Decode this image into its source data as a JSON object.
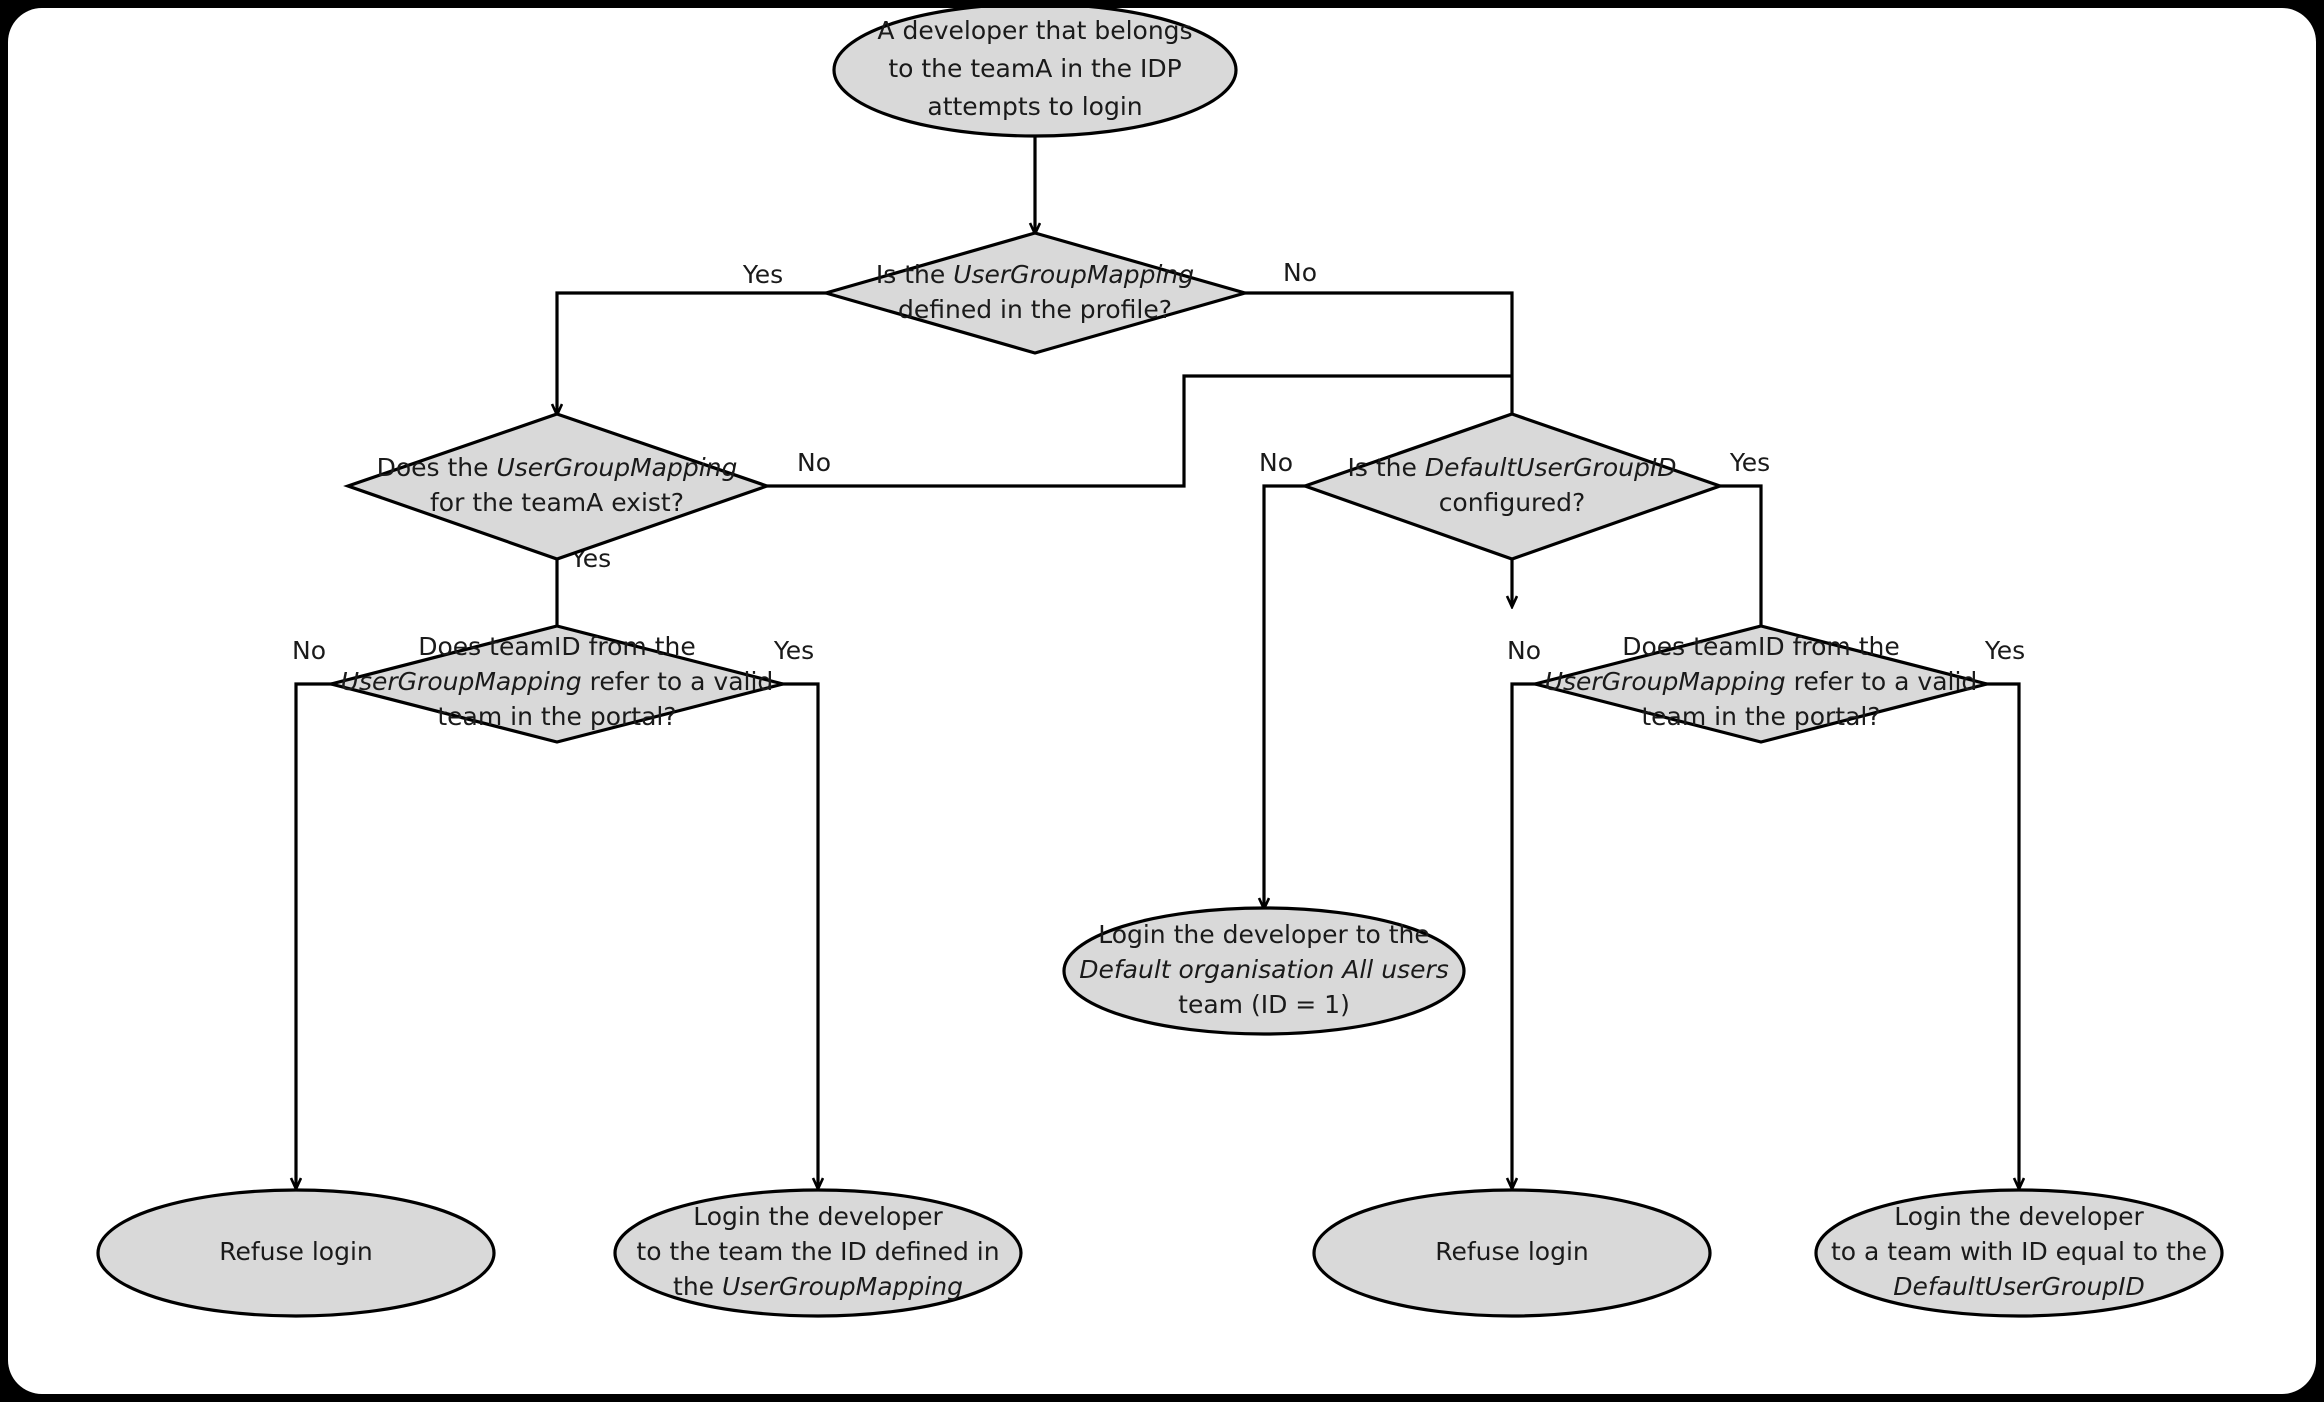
{
  "diagram": {
    "type": "flowchart",
    "title": "Developer login team assignment decision flow",
    "background_color": "#ffffff",
    "frame_color": "#000000",
    "node_fill": "#d9d9d9",
    "node_stroke": "#000000",
    "text_color": "#1a1a1a",
    "nodes": [
      {
        "id": "start",
        "shape": "ellipse",
        "lines": [
          [
            {
              "t": "A developer that belongs",
              "i": false
            }
          ],
          [
            {
              "t": "to the teamA in the IDP",
              "i": false
            }
          ],
          [
            {
              "t": "attempts to login",
              "i": false
            }
          ]
        ]
      },
      {
        "id": "d1",
        "shape": "diamond",
        "lines": [
          [
            {
              "t": "Is the ",
              "i": false
            },
            {
              "t": "UserGroupMapping",
              "i": true
            }
          ],
          [
            {
              "t": "defined in the profile?",
              "i": false
            }
          ]
        ]
      },
      {
        "id": "d2",
        "shape": "diamond",
        "lines": [
          [
            {
              "t": "Does the ",
              "i": false
            },
            {
              "t": "UserGroupMapping",
              "i": true
            }
          ],
          [
            {
              "t": "for the teamA exist?",
              "i": false
            }
          ]
        ]
      },
      {
        "id": "d3",
        "shape": "diamond",
        "lines": [
          [
            {
              "t": "Is the ",
              "i": false
            },
            {
              "t": "DefaultUserGroupID",
              "i": true
            }
          ],
          [
            {
              "t": "configured?",
              "i": false
            }
          ]
        ]
      },
      {
        "id": "d4",
        "shape": "diamond",
        "lines": [
          [
            {
              "t": "Does teamID from the",
              "i": false
            }
          ],
          [
            {
              "t": "UserGroupMapping",
              "i": true
            },
            {
              "t": " refer to a valid",
              "i": false
            }
          ],
          [
            {
              "t": "team in the portal?",
              "i": false
            }
          ]
        ]
      },
      {
        "id": "d5",
        "shape": "diamond",
        "lines": [
          [
            {
              "t": "Does teamID from the",
              "i": false
            }
          ],
          [
            {
              "t": "UserGroupMapping",
              "i": true
            },
            {
              "t": " refer to a valid",
              "i": false
            }
          ],
          [
            {
              "t": "team in the portal?",
              "i": false
            }
          ]
        ]
      },
      {
        "id": "e_default_org",
        "shape": "ellipse",
        "lines": [
          [
            {
              "t": "Login the developer to the",
              "i": false
            }
          ],
          [
            {
              "t": "Default organisation All users",
              "i": true
            }
          ],
          [
            {
              "t": "team (ID = 1)",
              "i": false
            }
          ]
        ]
      },
      {
        "id": "e_refuse_left",
        "shape": "ellipse",
        "lines": [
          [
            {
              "t": "Refuse login",
              "i": false
            }
          ]
        ]
      },
      {
        "id": "e_login_ugm",
        "shape": "ellipse",
        "lines": [
          [
            {
              "t": "Login the developer",
              "i": false
            }
          ],
          [
            {
              "t": "to the team the ID defined in",
              "i": false
            }
          ],
          [
            {
              "t": "the ",
              "i": false
            },
            {
              "t": "UserGroupMapping",
              "i": true
            }
          ]
        ]
      },
      {
        "id": "e_refuse_right",
        "shape": "ellipse",
        "lines": [
          [
            {
              "t": "Refuse login",
              "i": false
            }
          ]
        ]
      },
      {
        "id": "e_login_dugid",
        "shape": "ellipse",
        "lines": [
          [
            {
              "t": "Login the developer",
              "i": false
            }
          ],
          [
            {
              "t": "to a team with ID equal to the",
              "i": false
            }
          ],
          [
            {
              "t": "DefaultUserGroupID",
              "i": true
            }
          ]
        ]
      }
    ],
    "edge_labels": {
      "d1_yes": "Yes",
      "d1_no": "No",
      "d2_no": "No",
      "d2_yes": "Yes",
      "d3_no": "No",
      "d3_yes": "Yes",
      "d4_no": "No",
      "d4_yes": "Yes",
      "d5_no": "No",
      "d5_yes": "Yes"
    }
  }
}
